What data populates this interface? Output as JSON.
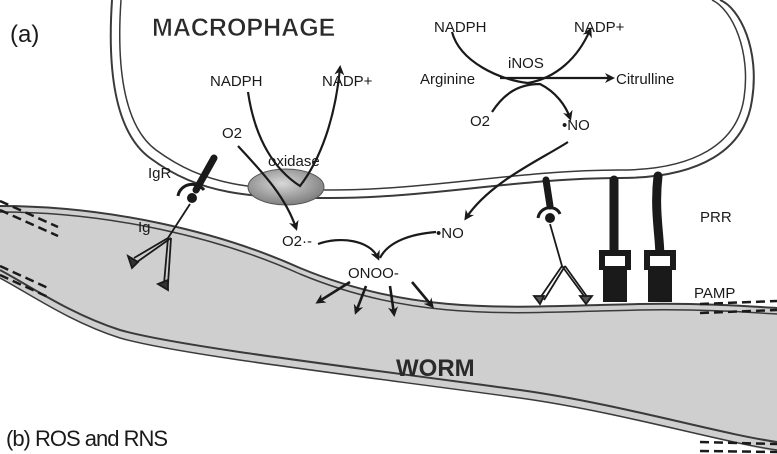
{
  "panel_a_label": "(a)",
  "panel_b_label": "(b) ROS and RNS",
  "cell_labels": {
    "macrophage": "MACROPHAGE",
    "worm": "WORM"
  },
  "oxidase_pathway": {
    "substrate": "NADPH",
    "product": "NADP+",
    "oxygen": "O2",
    "enzyme": "oxidase",
    "superoxide": "O2·-"
  },
  "inos_pathway": {
    "cofactor_in": "NADPH",
    "cofactor_out": "NADP+",
    "enzyme": "iNOS",
    "substrate": "Arginine",
    "product": "Citrulline",
    "oxygen": "O2",
    "nitric_oxide": "•NO"
  },
  "extracellular": {
    "nitric_oxide": "•NO",
    "peroxynitrite": "ONOO-"
  },
  "receptor_labels": {
    "igr": "IgR",
    "ig": "Ig",
    "prr": "PRR",
    "pamp": "PAMP"
  },
  "colors": {
    "worm_fill": "#cfcfcf",
    "membrane_stroke": "#3a3a3a",
    "text": "#1a1a1a",
    "oxidase_fill": "#9a9a9a"
  }
}
